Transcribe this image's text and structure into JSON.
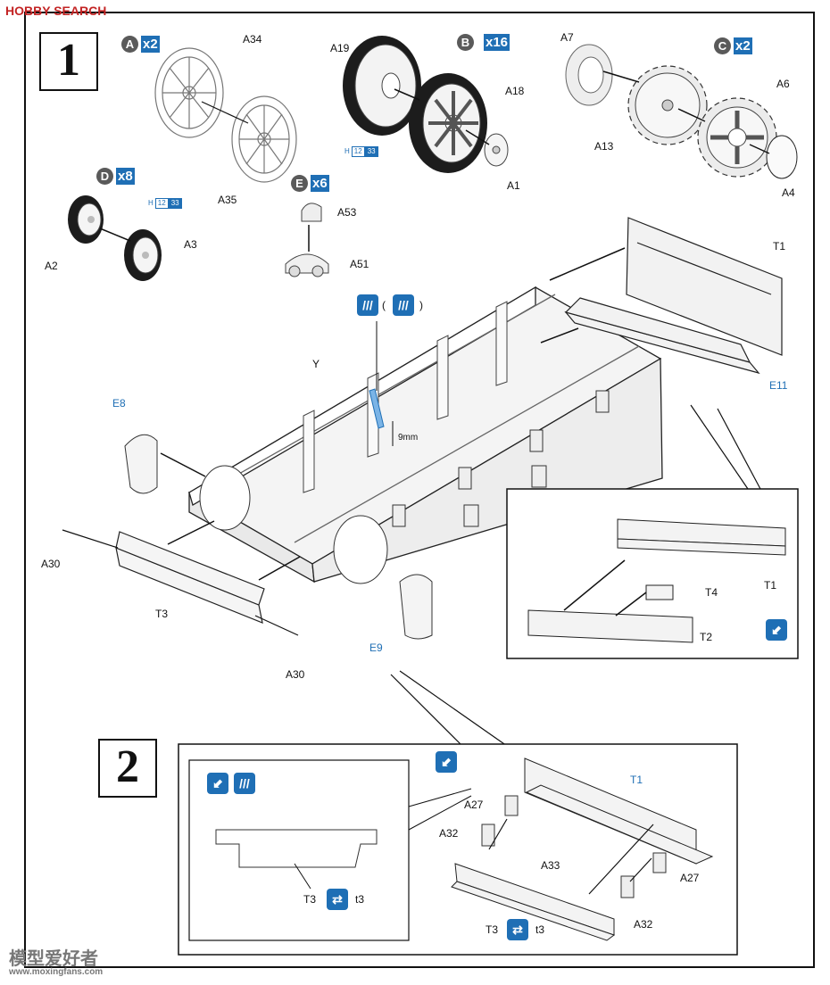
{
  "header": {
    "brand": "HOBBY SEARCH"
  },
  "watermark": {
    "text": "模型爱好者",
    "url": "www.moxingfans.com"
  },
  "colors": {
    "accent": "#1f6fb5",
    "subassembly_circle": "#5a5a5a",
    "frame": "#111111"
  },
  "step1": {
    "number": "1",
    "subassemblies": [
      {
        "letter": "A",
        "qty": "x2",
        "parts": [
          "A34",
          "A35"
        ]
      },
      {
        "letter": "B",
        "qty": "x16",
        "parts": [
          "A19",
          "A18",
          "A1"
        ]
      },
      {
        "letter": "C",
        "qty": "x2",
        "parts": [
          "A7",
          "A13",
          "A6",
          "A4"
        ]
      },
      {
        "letter": "D",
        "qty": "x8",
        "parts": [
          "A2",
          "A3"
        ]
      },
      {
        "letter": "E",
        "qty": "x6",
        "parts": [
          "A53",
          "A51"
        ]
      }
    ],
    "paint_refs": [
      {
        "h": "H",
        "a": "12",
        "b": "33"
      },
      {
        "h": "H",
        "a": "12",
        "b": "33"
      }
    ],
    "hull_labels": {
      "hull": "Y",
      "front_plate": "T1",
      "lower_plate": "E11",
      "left_bracket": "E8",
      "right_bracket": "E9",
      "rear_plate": "T3",
      "tow_hook": "A30"
    },
    "paint_note": {
      "open": "(",
      "close": ")"
    },
    "dimension": "9mm",
    "inset": {
      "plate": "T1",
      "hatch": "T4",
      "lower": "T2"
    }
  },
  "step2": {
    "number": "2",
    "left": {
      "part": "T3",
      "alt": "t3"
    },
    "right": {
      "plate": "T1",
      "part": "T3",
      "alt": "t3",
      "hinge_a": "A27",
      "hinge_b": "A32",
      "link": "A33"
    }
  },
  "icons": {
    "glue": "glue-icon",
    "paint": "paint-stripe-icon",
    "swap": "alternate-part-icon"
  }
}
